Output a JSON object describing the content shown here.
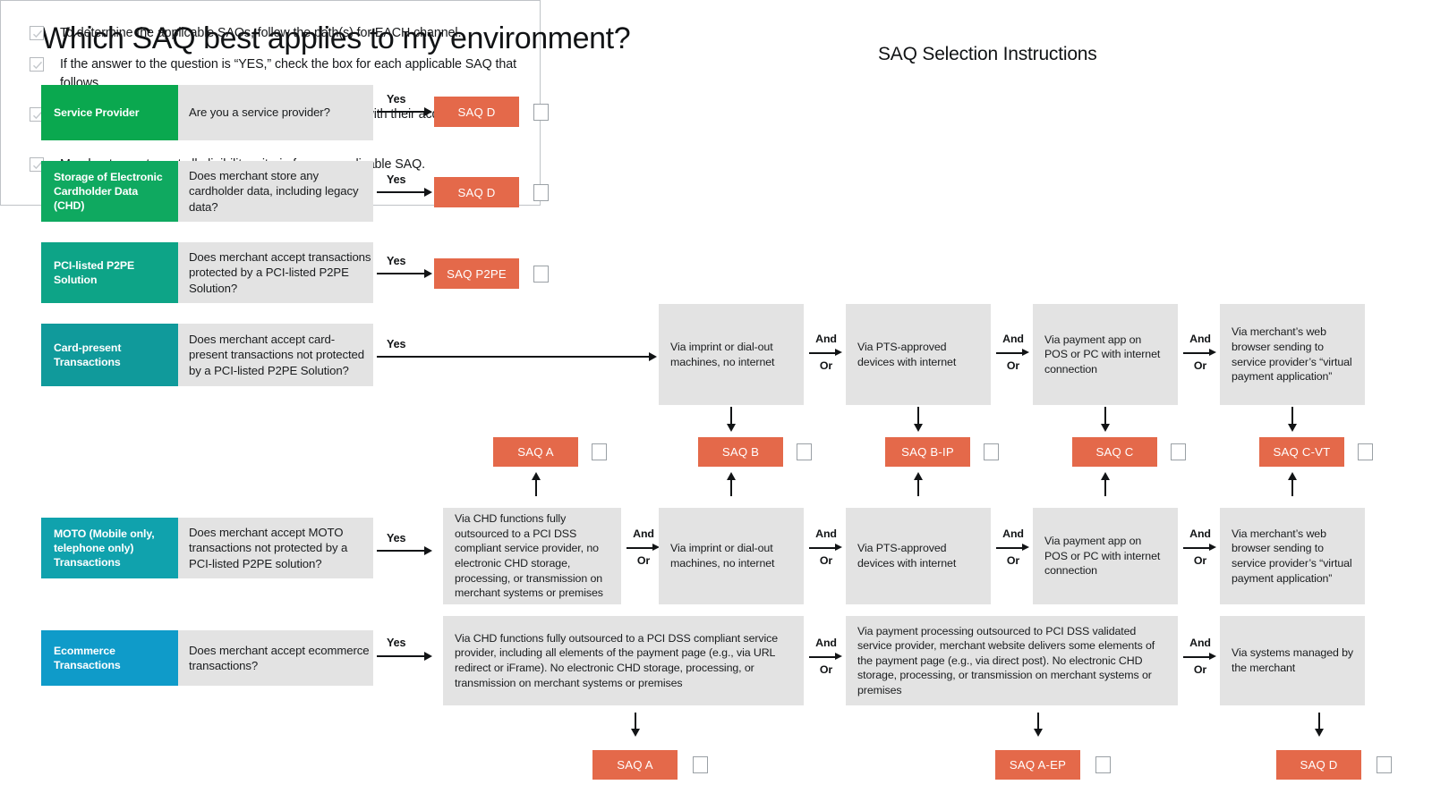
{
  "page_title": "Which SAQ best applies to my environment?",
  "instructions_panel": {
    "title": "SAQ Selection Instructions",
    "items": [
      "To determine the applicable SAQs, follow the path(s) for EACH channel.",
      "If the answer to the question is “YES,” check the box for each applicable SAQ that follows.",
      "Merchants with more than one channel should consult with their acquirer about how to validate compliance.",
      "Merchants must meet all eligibility criteria for any applicable SAQ."
    ]
  },
  "labels": {
    "yes": "Yes",
    "and": "And",
    "or": "Or"
  },
  "colors": {
    "accent_orange": "#e4694a",
    "box_grey": "#e3e3e3",
    "green_1": "#0aa84f",
    "green_2": "#0fa960",
    "green_3": "#0da487",
    "green_4": "#109a9b",
    "green_5": "#10a2ad",
    "green_6": "#0f9bc9"
  },
  "channels": [
    {
      "name": "Service Provider",
      "question": "Are you a service provider?",
      "color": "#0aa84f",
      "result": "SAQ D"
    },
    {
      "name": "Storage of Electronic Cardholder Data (CHD)",
      "question": "Does merchant store any cardholder data, including legacy data?",
      "color": "#0fa960",
      "result": "SAQ D"
    },
    {
      "name": "PCI-listed P2PE Solution",
      "question": "Does merchant accept transactions protected by a PCI-listed P2PE Solution?",
      "color": "#0da487",
      "result": "SAQ  P2PE"
    },
    {
      "name": "Card-present Transactions",
      "question": "Does merchant accept card-present transactions not protected by a PCI-listed P2PE Solution?",
      "color": "#109a9b",
      "result": null
    },
    {
      "name": "MOTO (Mobile only, telephone only) Transactions",
      "question": "Does merchant accept MOTO transactions not protected by a PCI-listed P2PE solution?",
      "color": "#10a2ad",
      "result": null
    },
    {
      "name": "Ecommerce Transactions",
      "question": "Does merchant accept ecommerce transactions?",
      "color": "#0f9bc9",
      "result": null
    }
  ],
  "card_present_row": {
    "options": [
      "Via imprint or dial-out machines, no internet",
      "Via PTS-approved devices with internet",
      "Via payment app on POS or PC with internet connection",
      "Via merchant’s web browser sending to service provider’s “virtual payment application”"
    ]
  },
  "moto_row": {
    "options": [
      "Via CHD functions fully outsourced to a PCI DSS compliant service provider, no electronic CHD storage, processing, or transmission on merchant systems or premises",
      "Via imprint or dial-out machines, no internet",
      "Via PTS-approved devices with internet",
      "Via payment app on POS or PC with internet connection",
      "Via merchant’s web browser sending to service provider’s “virtual payment application”"
    ]
  },
  "ecommerce_row": {
    "options": [
      "Via CHD functions fully outsourced to a PCI DSS compliant service provider, including all elements of the payment page (e.g., via URL redirect or iFrame). No electronic CHD storage, processing, or transmission on merchant systems or premises",
      "Via payment processing outsourced to PCI DSS validated service provider, merchant website delivers some elements of the payment page (e.g., via direct post). No electronic CHD storage, processing, or transmission on merchant systems or premises",
      "Via systems managed by the merchant"
    ]
  },
  "middle_saq_badges": [
    "SAQ A",
    "SAQ B",
    "SAQ B-IP",
    "SAQ C",
    "SAQ C-VT"
  ],
  "bottom_saq_badges": [
    "SAQ A",
    "SAQ A-EP",
    "SAQ D"
  ]
}
